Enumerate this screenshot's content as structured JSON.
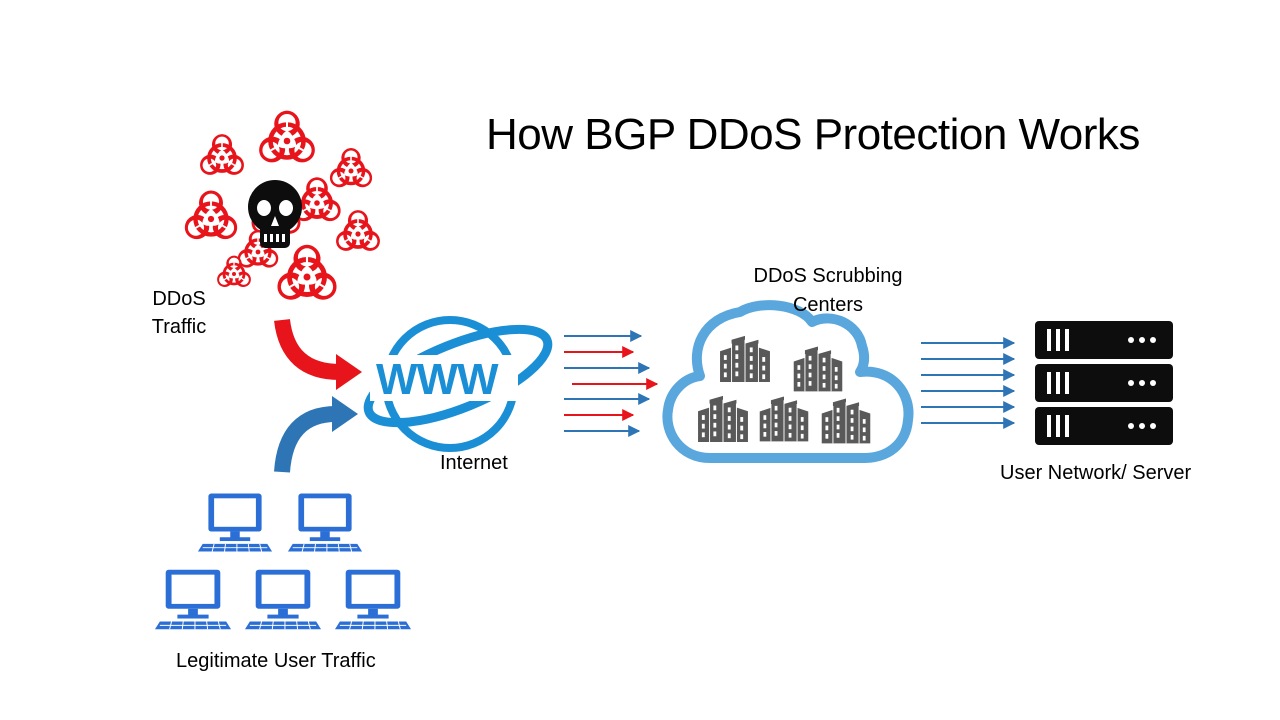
{
  "title": "How BGP DDoS Protection Works",
  "labels": {
    "ddos_traffic_line1": "DDoS",
    "ddos_traffic_line2": "Traffic",
    "internet": "Internet",
    "scrubbing_line1": "DDoS Scrubbing",
    "scrubbing_line2": "Centers",
    "user_network": "User Network/ Server",
    "legitimate": "Legitimate User Traffic",
    "www_text": "WWW"
  },
  "icons": {
    "attack_cluster": [
      "biohazard-icon",
      "skull-icon"
    ],
    "internet": "www-globe-icon",
    "scrubbing": [
      "cloud-icon",
      "building-icon"
    ],
    "servers": "server-rack-icon",
    "users": "computer-icon"
  },
  "colors": {
    "attack": "#e8141b",
    "legit": "#2e75b6",
    "cloud": "#5aa7de",
    "globe": "#1a8fd6",
    "server": "#0d0d0d",
    "computer": "#2b6fd6",
    "building": "#595959",
    "text": "#000000"
  }
}
